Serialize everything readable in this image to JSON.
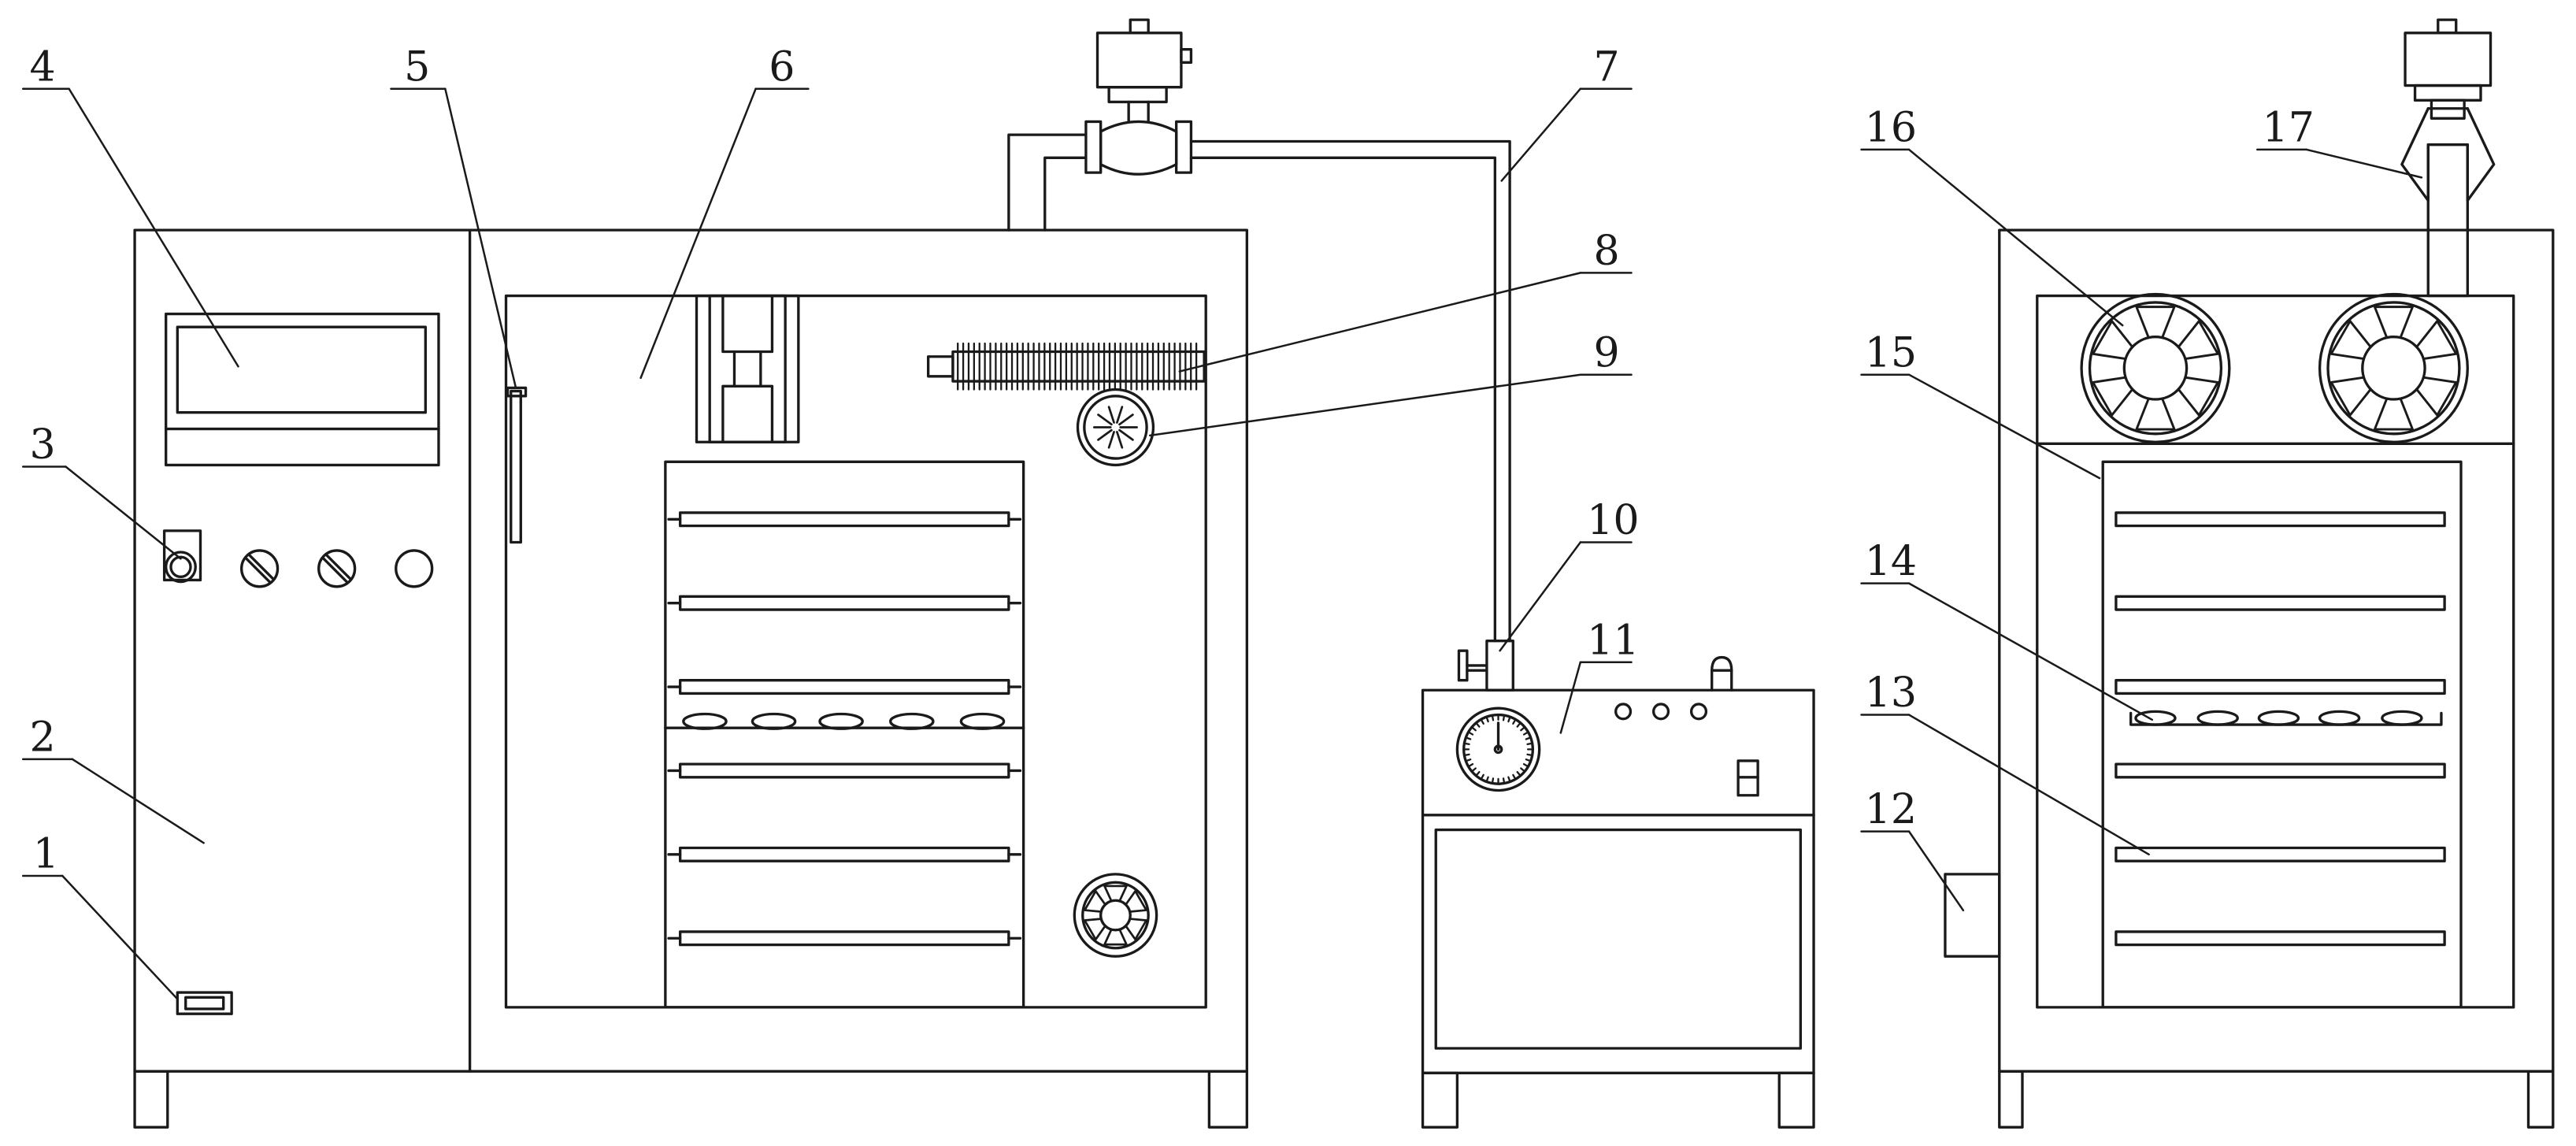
{
  "labels": {
    "n1": "1",
    "n2": "2",
    "n3": "3",
    "n4": "4",
    "n5": "5",
    "n6": "6",
    "n7": "7",
    "n8": "8",
    "n9": "9",
    "n10": "10",
    "n11": "11",
    "n12": "12",
    "n13": "13",
    "n14": "14",
    "n15": "15",
    "n16": "16",
    "n17": "17"
  },
  "colors": {
    "line": "#1a1a1a",
    "background": "#ffffff"
  }
}
